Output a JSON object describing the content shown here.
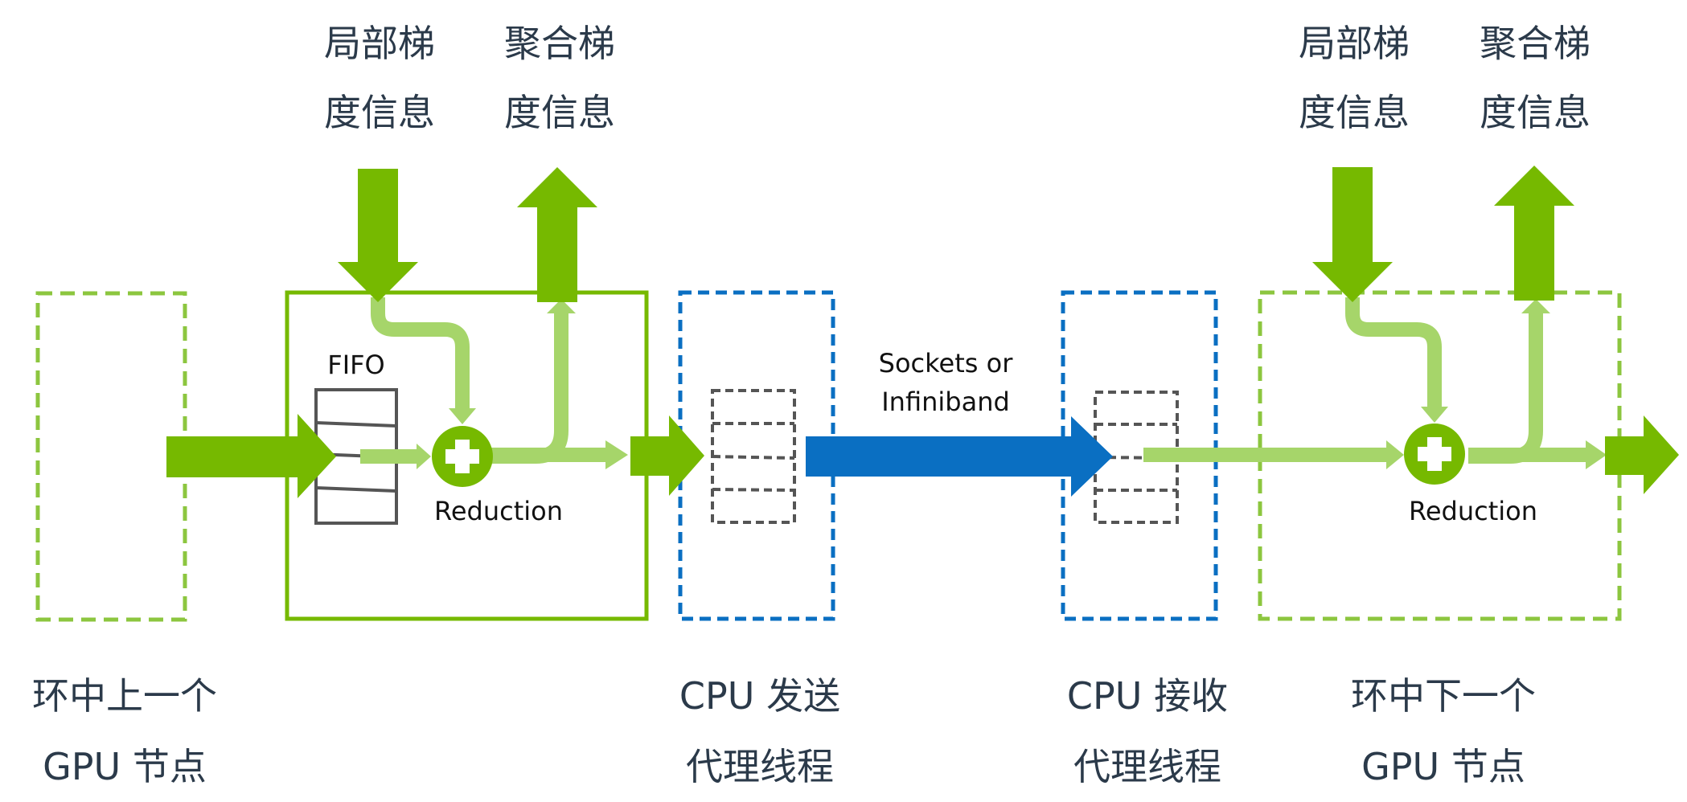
{
  "left_top_labels": {
    "local_gradient": [
      "局部梯",
      "度信息"
    ],
    "aggregated_gradient": [
      "聚合梯",
      "度信息"
    ]
  },
  "right_top_labels": {
    "local_gradient": [
      "局部梯",
      "度信息"
    ],
    "aggregated_gradient": [
      "聚合梯",
      "度信息"
    ]
  },
  "fifo_label": "FIFO",
  "reduction_left": "Reduction",
  "reduction_right": "Reduction",
  "network_label": [
    "Sockets or",
    "Infiniband"
  ],
  "bottom_labels": {
    "prev_gpu": [
      "环中上一个",
      "GPU 节点"
    ],
    "cpu_send": [
      "CPU 发送",
      "代理线程"
    ],
    "cpu_recv": [
      "CPU 接收",
      "代理线程"
    ],
    "next_gpu": [
      "环中下一个",
      "GPU 节点"
    ]
  },
  "colors": {
    "green": "#76b900",
    "light_green": "#a6d56a",
    "blue": "#0a6fc2",
    "gray": "#555555"
  }
}
